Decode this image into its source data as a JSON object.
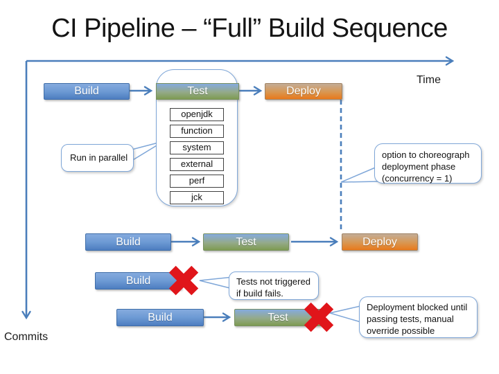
{
  "title": "CI Pipeline – “Full” Build Sequence",
  "axes": {
    "time": "Time",
    "commits": "Commits"
  },
  "pipeline": {
    "row1": {
      "build": "Build",
      "test": "Test",
      "deploy": "Deploy"
    },
    "row2": {
      "build": "Build",
      "test": "Test",
      "deploy": "Deploy"
    },
    "row3": {
      "build": "Build"
    },
    "row4": {
      "build": "Build",
      "test": "Test"
    }
  },
  "test_suites": [
    "openjdk",
    "function",
    "system",
    "external",
    "perf",
    "jck"
  ],
  "callouts": {
    "run_parallel": "Run in parallel",
    "choreograph": "option to choreograph deployment phase (concurrency = 1)",
    "tests_not_triggered": "Tests not triggered if build fails.",
    "deployment_blocked": "Deployment blocked until passing tests, manual override possible"
  },
  "colors": {
    "arrow-blue": "#4A7EBB",
    "box-blue-top": "#85ABDE",
    "box-blue-bottom": "#4D7DC0",
    "test-green": "#7E9B52",
    "deploy-top": "#C3AD97",
    "deploy-bottom": "#E8791C",
    "callout-border": "#7EA6D8",
    "error-red": "#E0151A"
  }
}
